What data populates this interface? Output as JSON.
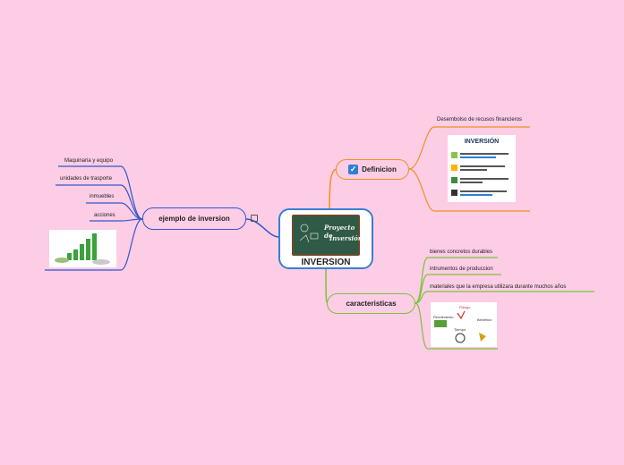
{
  "central": {
    "label": "INVERSION",
    "board_line1": "Proyecto de",
    "board_line2": "Inversión"
  },
  "definicion": {
    "label": "Definicion",
    "leaves": [
      "Desembolso de recusos financieros"
    ],
    "card_title": "INVERSIÓN"
  },
  "caracteristicas": {
    "label": "caracteristicas",
    "leaves": [
      "bienes concretos durables",
      "intrumentos de produccion",
      "materiales que la empresa utilizara durante muchos años"
    ],
    "card_labels": [
      "Riesgo",
      "Rendimiento",
      "Beneficio",
      "Tiempo"
    ]
  },
  "ejemplo": {
    "label": "ejemplo  de inversion",
    "leaves": [
      "Maquinaria y equipo",
      "unidades de trasporte",
      "inmuebles",
      "acciones"
    ]
  },
  "colors": {
    "definicion": "#f0921e",
    "caracteristicas": "#7cc23a",
    "ejemplo": "#3355cc",
    "central": "#3b7fd2"
  }
}
